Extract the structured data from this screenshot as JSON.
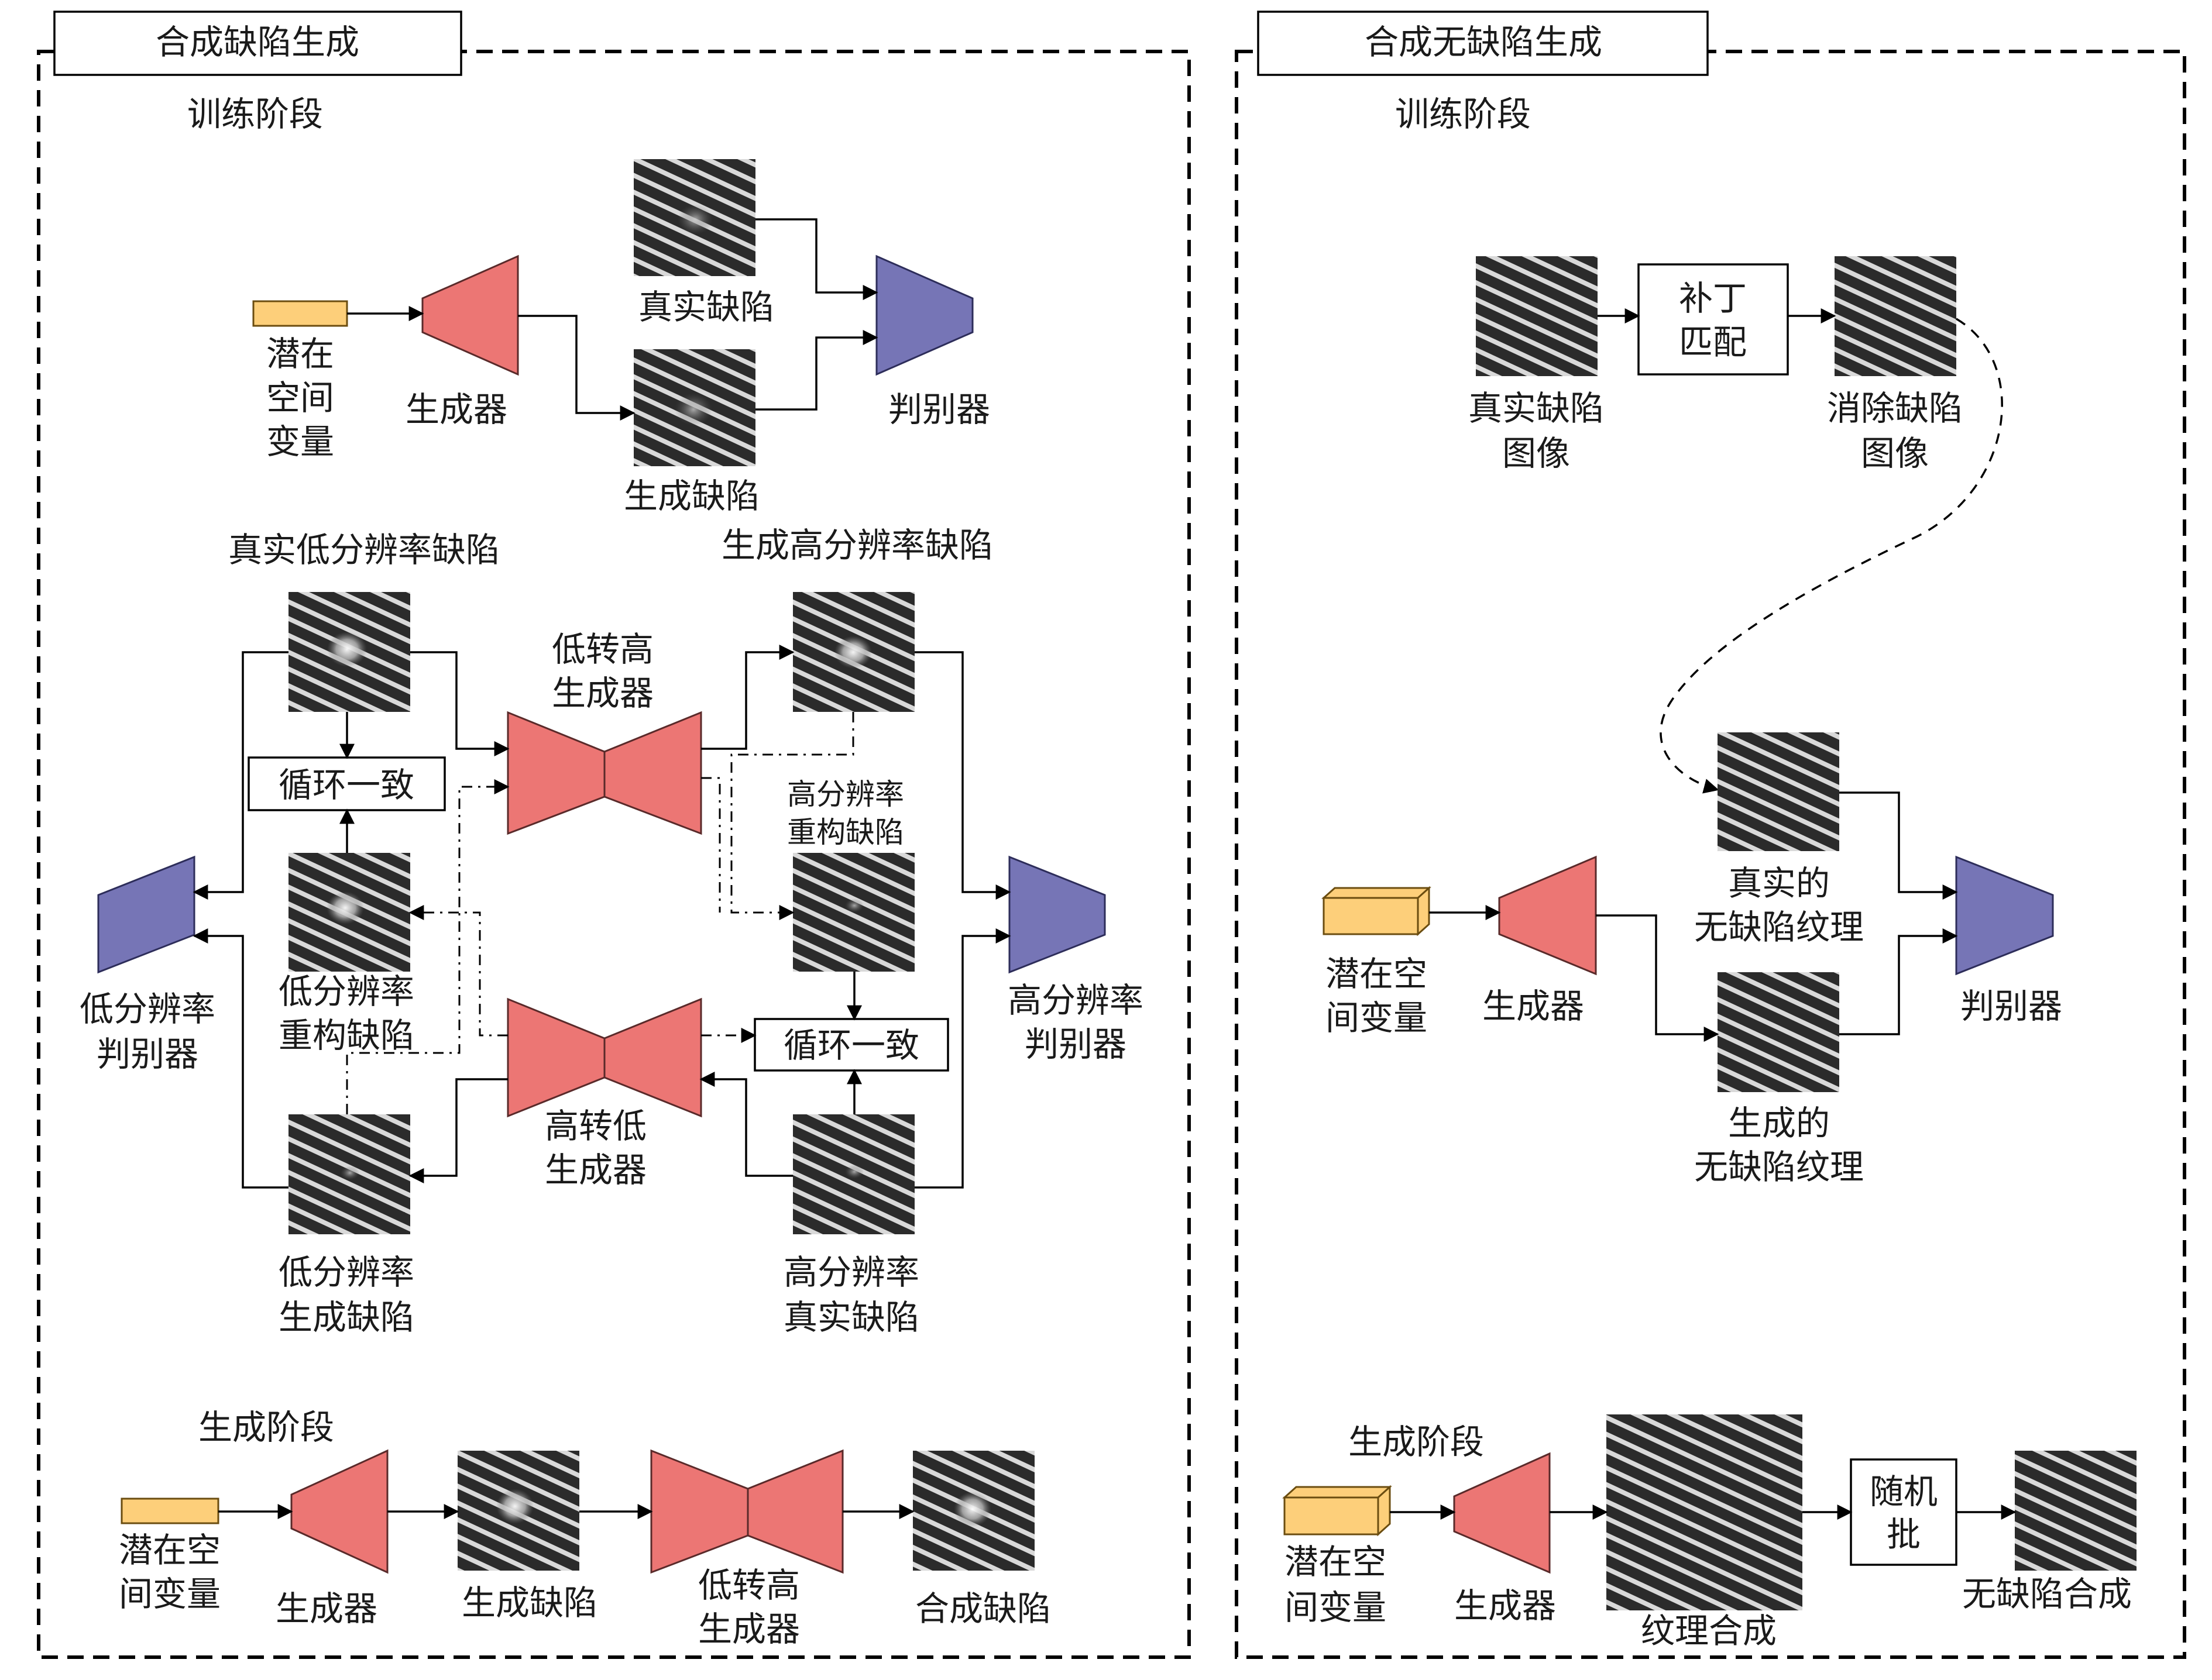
{
  "left_panel": {
    "title": "合成缺陷生成",
    "training_stage": "训练阶段",
    "gan": {
      "latent": [
        "潜在",
        "空间",
        "变量"
      ],
      "generator": "生成器",
      "real": "真实缺陷",
      "fake": "生成缺陷",
      "discriminator": "判别器"
    },
    "cycle": {
      "real_low_title": "真实低分辨率缺陷",
      "gen_high_title": "生成高分辨率缺陷",
      "low2high": [
        "低转高",
        "生成器"
      ],
      "high2low": [
        "高转低",
        "生成器"
      ],
      "cycle_consistency": "循环一致",
      "high_recon": [
        "高分辨率",
        "重构缺陷"
      ],
      "low_recon": [
        "低分辨率",
        "重构缺陷"
      ],
      "low_disc": [
        "低分辨率",
        "判别器"
      ],
      "high_disc": [
        "高分辨率",
        "判别器"
      ],
      "low_gen": [
        "低分辨率",
        "生成缺陷"
      ],
      "high_real": [
        "高分辨率",
        "真实缺陷"
      ]
    },
    "generation_stage": "生成阶段",
    "gen_pipeline": {
      "latent": [
        "潜在空",
        "间变量"
      ],
      "generator": "生成器",
      "gen_defect": "生成缺陷",
      "low2high": [
        "低转高",
        "生成器"
      ],
      "synth": "合成缺陷"
    }
  },
  "right_panel": {
    "title": "合成无缺陷生成",
    "training_stage": "训练阶段",
    "patch": {
      "real": [
        "真实缺陷",
        "图像"
      ],
      "match": [
        "补丁",
        "匹配"
      ],
      "removed": [
        "消除缺陷",
        "图像"
      ]
    },
    "gan": {
      "latent": [
        "潜在空",
        "间变量"
      ],
      "generator": "生成器",
      "real_texture": [
        "真实的",
        "无缺陷纹理"
      ],
      "gen_texture": [
        "生成的",
        "无缺陷纹理"
      ],
      "discriminator": "判别器"
    },
    "generation_stage": "生成阶段",
    "gen_pipeline": {
      "latent": [
        "潜在空",
        "间变量"
      ],
      "generator": "生成器",
      "texture": "纹理合成",
      "batch": [
        "随机",
        "批"
      ],
      "result": "无缺陷合成"
    }
  },
  "colors": {
    "generator": "#ec7674",
    "discriminator": "#7675b6",
    "latent": "#fdcf7a",
    "texture_dark": "#2b2b2b"
  }
}
